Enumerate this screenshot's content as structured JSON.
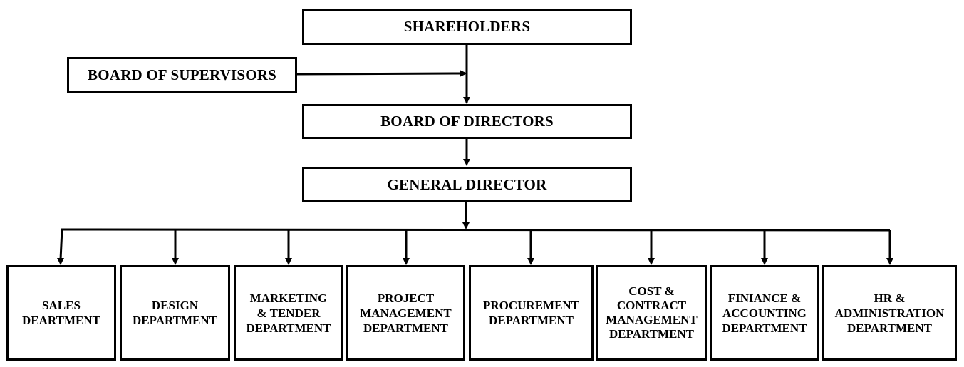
{
  "diagram": {
    "type": "organizational-chart",
    "nodes": {
      "shareholders": {
        "label": "SHAREHOLDERS"
      },
      "board_of_supervisors": {
        "label": "BOARD OF SUPERVISORS"
      },
      "board_of_directors": {
        "label": "BOARD OF DIRECTORS"
      },
      "general_director": {
        "label": "GENERAL DIRECTOR"
      }
    },
    "departments": [
      {
        "line1": "SALES",
        "line2": "DEARTMENT",
        "line3": "",
        "line4": ""
      },
      {
        "line1": "DESIGN",
        "line2": "DEPARTMENT",
        "line3": "",
        "line4": ""
      },
      {
        "line1": "MARKETING",
        "line2": "& TENDER",
        "line3": "DEPARTMENT",
        "line4": ""
      },
      {
        "line1": "PROJECT",
        "line2": "MANAGEMENT",
        "line3": "DEPARTMENT",
        "line4": ""
      },
      {
        "line1": "PROCUREMENT",
        "line2": "DEPARTMENT",
        "line3": "",
        "line4": ""
      },
      {
        "line1": "COST &",
        "line2": "CONTRACT",
        "line3": "MANAGEMENT",
        "line4": "DEPARTMENT"
      },
      {
        "line1": "FINIANCE &",
        "line2": "ACCOUNTING",
        "line3": "DEPARTMENT",
        "line4": ""
      },
      {
        "line1": "HR &",
        "line2": "ADMINISTRATION",
        "line3": "DEPARTMENT",
        "line4": ""
      }
    ],
    "edges": [
      {
        "from": "SHAREHOLDERS",
        "to": "BOARD OF DIRECTORS"
      },
      {
        "from": "BOARD OF SUPERVISORS",
        "to": "SHAREHOLDERS-BOARD OF DIRECTORS link"
      },
      {
        "from": "BOARD OF DIRECTORS",
        "to": "GENERAL DIRECTOR"
      },
      {
        "from": "GENERAL DIRECTOR",
        "to": "ALL DEPARTMENTS"
      }
    ],
    "colors": {
      "line": "#000000",
      "box_fill": "#ffffff",
      "text": "#000000"
    }
  }
}
